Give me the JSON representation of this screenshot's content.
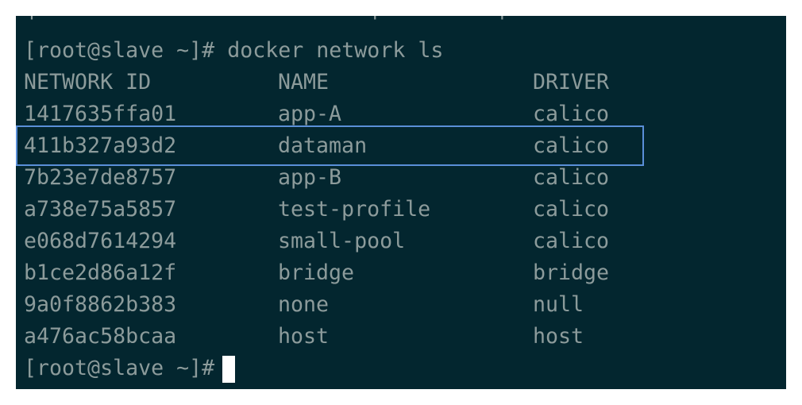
{
  "terminal": {
    "table_border": "+--------------------------+---------+",
    "prompt": "[root@slave ~]#",
    "command": "docker network ls",
    "headers": [
      "NETWORK ID",
      "NAME",
      "DRIVER"
    ],
    "rows": [
      [
        "1417635ffa01",
        "app-A",
        "calico"
      ],
      [
        "411b327a93d2",
        "dataman",
        "calico"
      ],
      [
        "7b23e7de8757",
        "app-B",
        "calico"
      ],
      [
        "a738e75a5857",
        "test-profile",
        "calico"
      ],
      [
        "e068d7614294",
        "small-pool",
        "calico"
      ],
      [
        "b1ce2d86a12f",
        "bridge",
        "bridge"
      ],
      [
        "9a0f8862b383",
        "none",
        "null"
      ],
      [
        "a476ac58bcaa",
        "host",
        "host"
      ]
    ],
    "highlighted_row": 1,
    "colors": {
      "background": "#03262f",
      "text": "#8c9b9b",
      "highlight": "#5a8fd8"
    }
  }
}
